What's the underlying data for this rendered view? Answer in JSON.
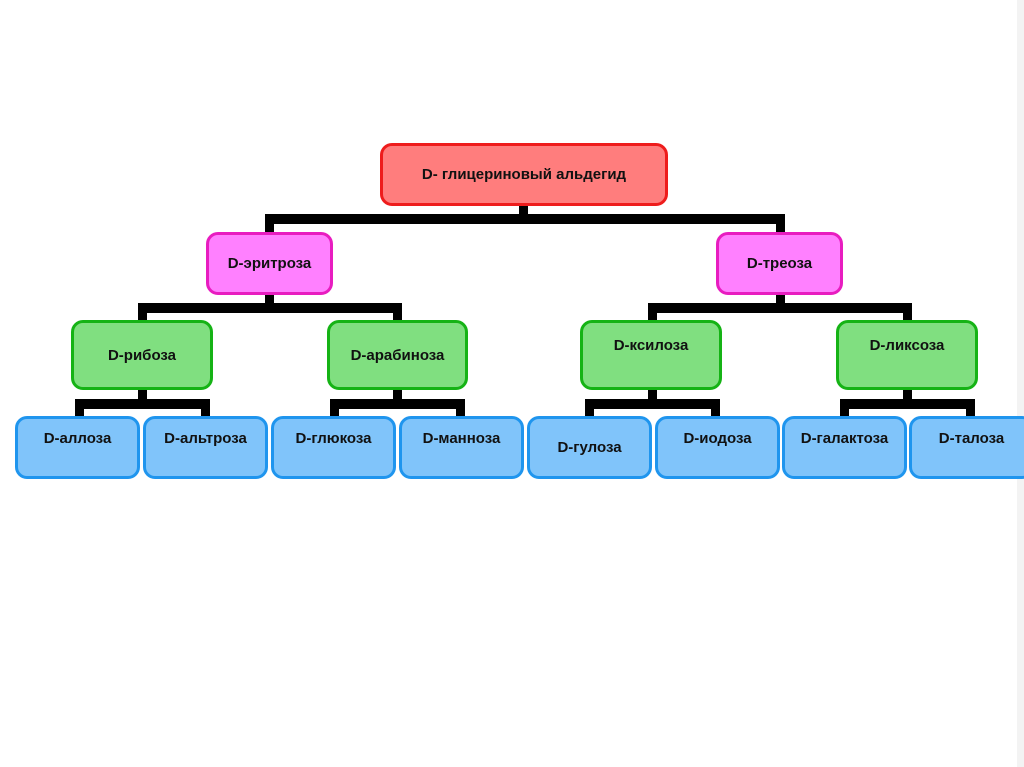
{
  "diagram": {
    "type": "tree",
    "colors": {
      "root_fill": "#ff7d7d",
      "root_border": "#ee1c1c",
      "tetrose_fill": "#ff80ff",
      "tetrose_border": "#e81cc0",
      "pentose_fill": "#80df80",
      "pentose_border": "#15b315",
      "hexose_fill": "#80c4fa",
      "hexose_border": "#1f95ee",
      "connector": "#000000"
    },
    "root": {
      "label": "D- глицериновый альдегид"
    },
    "tetroses": [
      {
        "label": "D-эритроза"
      },
      {
        "label": "D-треоза"
      }
    ],
    "pentoses": [
      {
        "label": "D-рибоза",
        "parent": "D-эритроза"
      },
      {
        "label": "D-арабиноза",
        "parent": "D-эритроза"
      },
      {
        "label": "D-ксилоза",
        "parent": "D-треоза"
      },
      {
        "label": "D-ликсоза",
        "parent": "D-треоза"
      }
    ],
    "hexoses": [
      {
        "label": "D-аллоза",
        "parent": "D-рибоза"
      },
      {
        "label": "D-альтроза",
        "parent": "D-рибоза"
      },
      {
        "label": "D-глюкоза",
        "parent": "D-арабиноза"
      },
      {
        "label": "D-манноза",
        "parent": "D-арабиноза"
      },
      {
        "label": "D-гулоза",
        "parent": "D-ксилоза"
      },
      {
        "label": "D-иодоза",
        "parent": "D-ксилоза"
      },
      {
        "label": "D-галактоза",
        "parent": "D-ликсоза"
      },
      {
        "label": "D-талоза",
        "parent": "D-ликсоза"
      }
    ]
  }
}
